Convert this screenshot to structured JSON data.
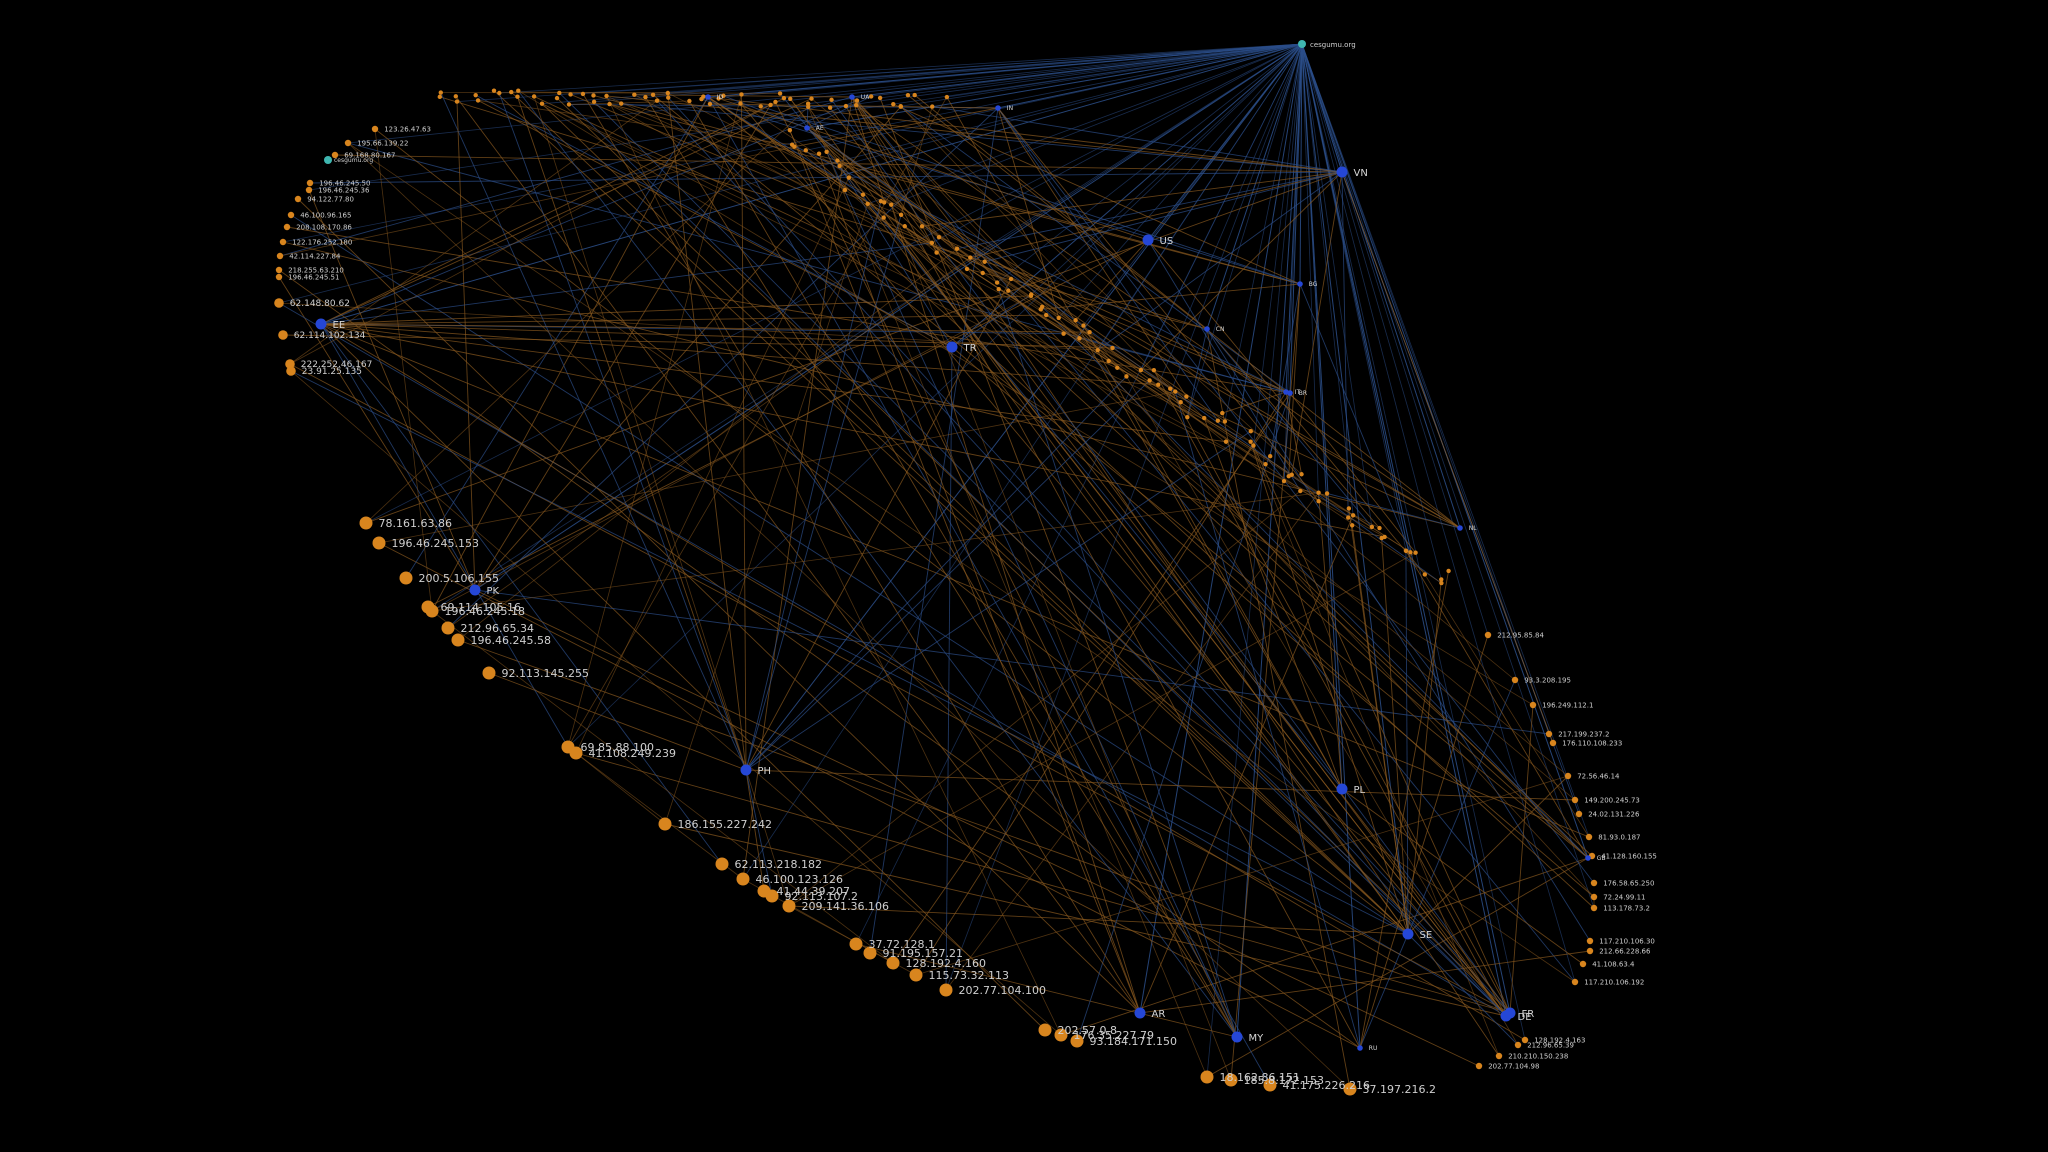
{
  "graph": {
    "hub": {
      "label": "cesgumu.org"
    },
    "secondary_hub": {
      "label": "cesgumu.org"
    },
    "colors": {
      "background": "#000000",
      "ip_node": "#d8851e",
      "country_node": "#2547d6",
      "hub_node": "#3fb6b0",
      "edge_blue": "#2c4f8a",
      "edge_orange": "#8a5a1f"
    },
    "countries": [
      {
        "id": "EE",
        "label": "EE"
      },
      {
        "id": "PK",
        "label": "PK"
      },
      {
        "id": "PH",
        "label": "PH"
      },
      {
        "id": "TR",
        "label": "TR"
      },
      {
        "id": "US",
        "label": "US"
      },
      {
        "id": "VN",
        "label": "VN"
      },
      {
        "id": "PL",
        "label": "PL"
      },
      {
        "id": "SE",
        "label": "SE"
      },
      {
        "id": "AR",
        "label": "AR"
      },
      {
        "id": "MY",
        "label": "MY"
      },
      {
        "id": "DE",
        "label": "DE"
      },
      {
        "id": "FR",
        "label": "FR"
      },
      {
        "id": "RU",
        "label": "RU"
      },
      {
        "id": "ID",
        "label": "ID"
      },
      {
        "id": "UA",
        "label": "UA"
      },
      {
        "id": "IN",
        "label": "IN"
      },
      {
        "id": "AE",
        "label": "AE"
      },
      {
        "id": "BG",
        "label": "BG"
      },
      {
        "id": "NL",
        "label": "NL"
      },
      {
        "id": "GB",
        "label": "GB"
      },
      {
        "id": "IT",
        "label": "IT"
      },
      {
        "id": "CN",
        "label": "CN"
      },
      {
        "id": "BR",
        "label": "BR"
      }
    ],
    "ips": [
      {
        "label": "195.66.139.22"
      },
      {
        "label": "123.26.47.63"
      },
      {
        "label": "69.168.80.167"
      },
      {
        "label": "196.46.245.50"
      },
      {
        "label": "196.46.245.36"
      },
      {
        "label": "94.122.77.80"
      },
      {
        "label": "46.100.96.165"
      },
      {
        "label": "208.108.170.86"
      },
      {
        "label": "122.176.252.180"
      },
      {
        "label": "42.114.227.84"
      },
      {
        "label": "218.255.63.210"
      },
      {
        "label": "196.46.245.51"
      },
      {
        "label": "62.148.80.62"
      },
      {
        "label": "62.114.102.134"
      },
      {
        "label": "222.252.46.167"
      },
      {
        "label": "23.91.25.135"
      },
      {
        "label": "78.161.63.86"
      },
      {
        "label": "196.46.245.153"
      },
      {
        "label": "200.5.106.155"
      },
      {
        "label": "69.114.105.16"
      },
      {
        "label": "196.46.245.18"
      },
      {
        "label": "212.96.65.34"
      },
      {
        "label": "196.46.245.58"
      },
      {
        "label": "92.113.145.255"
      },
      {
        "label": "69.85.88.100"
      },
      {
        "label": "41.108.249.239"
      },
      {
        "label": "186.155.227.242"
      },
      {
        "label": "62.113.218.182"
      },
      {
        "label": "46.100.123.126"
      },
      {
        "label": "41.44.39.207"
      },
      {
        "label": "92.113.107.2"
      },
      {
        "label": "209.141.36.106"
      },
      {
        "label": "37.72.128.1"
      },
      {
        "label": "91.195.157.21"
      },
      {
        "label": "128.192.4.160"
      },
      {
        "label": "115.73.32.113"
      },
      {
        "label": "202.77.104.100"
      },
      {
        "label": "202.57.0.8"
      },
      {
        "label": "176.35.227.79"
      },
      {
        "label": "93.184.171.150"
      },
      {
        "label": "18.162.86.151"
      },
      {
        "label": "185.8.172.153"
      },
      {
        "label": "41.175.226.216"
      },
      {
        "label": "37.197.216.2"
      },
      {
        "label": "128.192.4.163"
      },
      {
        "label": "212.96.65.39"
      },
      {
        "label": "210.210.150.238"
      },
      {
        "label": "202.77.104.98"
      },
      {
        "label": "117.210.106.192"
      },
      {
        "label": "212.66.228.66"
      },
      {
        "label": "41.108.63.4"
      },
      {
        "label": "117.210.106.30"
      },
      {
        "label": "113.178.73.2"
      },
      {
        "label": "72.24.99.11"
      },
      {
        "label": "176.58.65.250"
      },
      {
        "label": "41.128.160.155"
      },
      {
        "label": "81.93.0.187"
      },
      {
        "label": "24.02.131.226"
      },
      {
        "label": "149.200.245.73"
      },
      {
        "label": "72.56.46.14"
      },
      {
        "label": "217.199.237.2"
      },
      {
        "label": "176.110.108.233"
      },
      {
        "label": "196.249.112.1"
      },
      {
        "label": "93.3.208.195"
      },
      {
        "label": "212.95.85.84"
      }
    ]
  }
}
